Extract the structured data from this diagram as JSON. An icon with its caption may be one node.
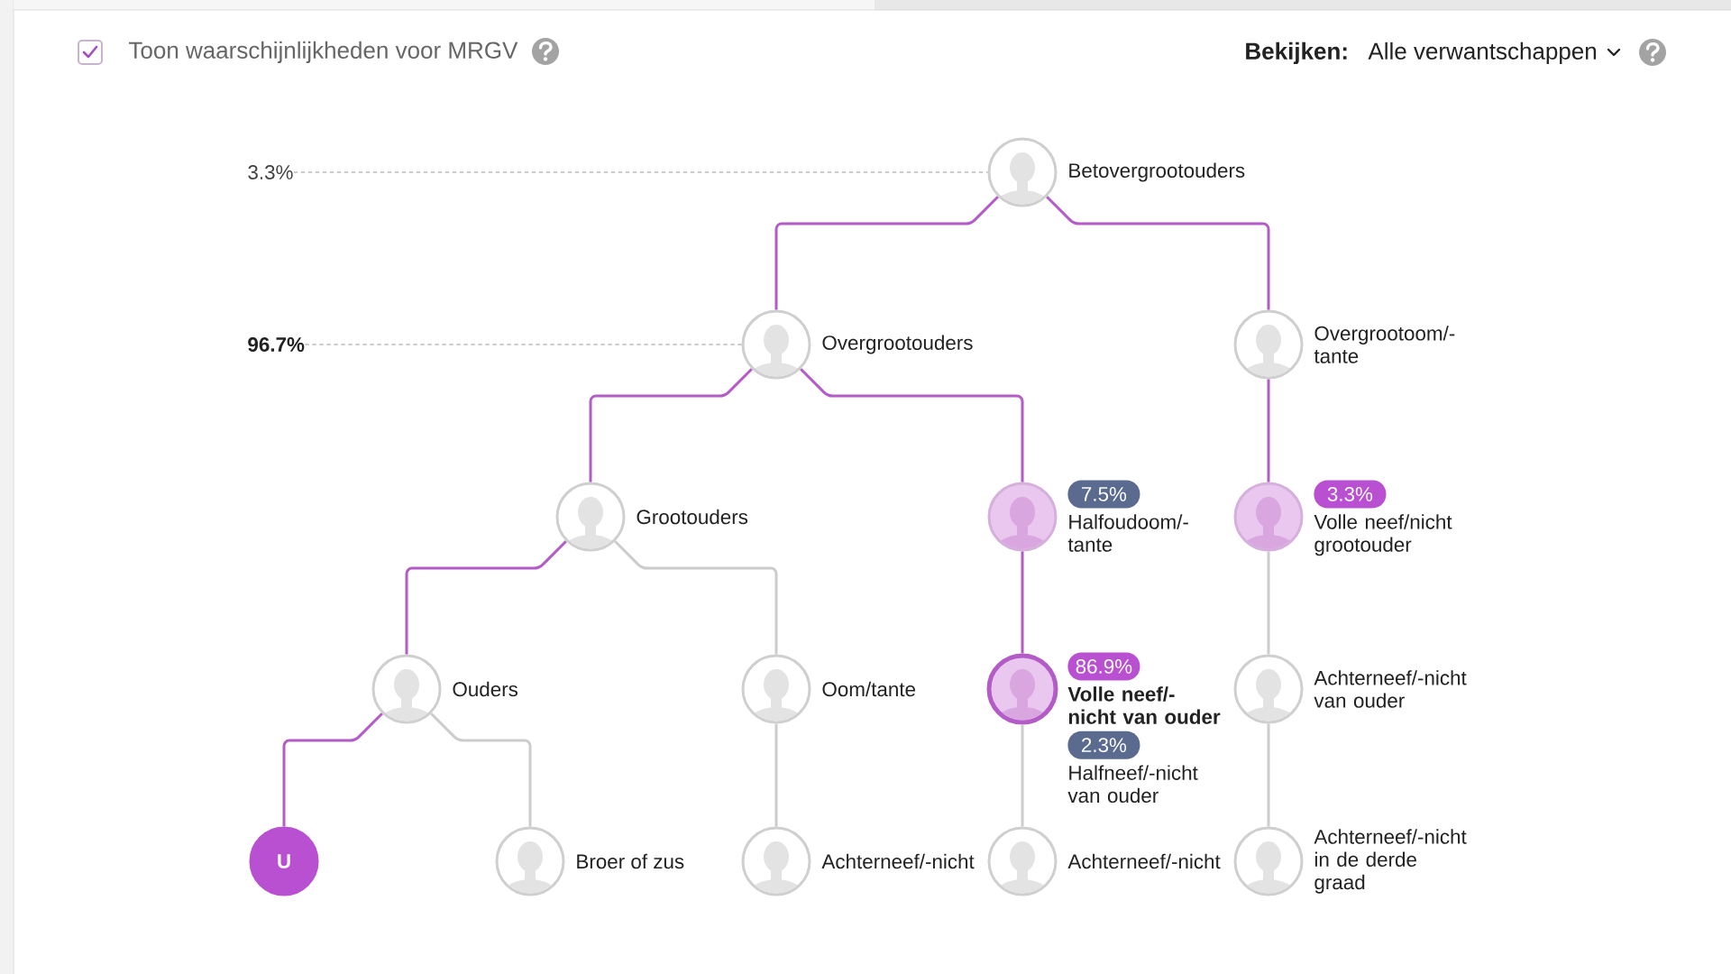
{
  "diagram": {
    "nodes": [
      {
        "text": [
          "3.3%"
        ]
      },
      {
        "text": [
          "Betovergrootouders"
        ]
      },
      {
        "text": [
          "96.7%"
        ]
      },
      {
        "text": [
          "Overgrootouders"
        ]
      },
      {
        "text": [
          "Overgrootoom/- tante"
        ]
      },
      {
        "text": [
          "Grootouders"
        ]
      },
      {
        "text": [
          "7.5%",
          "Halfoudoom/- tante"
        ]
      },
      {
        "text": [
          "3.3%",
          "Volle neef/nicht grootouder"
        ]
      },
      {
        "text": [
          "Ouders"
        ]
      },
      {
        "text": [
          "Oom/tante"
        ]
      },
      {
        "text": [
          "86.9%",
          "Volle neef/- nicht van ouder",
          "2.3%",
          "Halfneef/-nicht van ouder"
        ]
      },
      {
        "text": [
          "Achterneef/-nicht van ouder"
        ]
      },
      {
        "text": [
          "U"
        ]
      },
      {
        "text": [
          "Broer of zus"
        ]
      },
      {
        "text": [
          "Achterneef/-nicht"
        ]
      },
      {
        "text": [
          "Achterneef/-nicht"
        ]
      },
      {
        "text": [
          "Achterneef/-nicht in de derde graad"
        ]
      }
    ],
    "edges": [
      {
        "from": 0,
        "to": 1,
        "arrow": "none",
        "style": "dashed",
        "color": "#999999"
      },
      {
        "from": 2,
        "to": 3,
        "arrow": "none",
        "style": "dashed",
        "color": "#999999"
      },
      {
        "from": 1,
        "to": 3,
        "arrow": "none"
      },
      {
        "from": 1,
        "to": 4,
        "arrow": "none"
      },
      {
        "from": 3,
        "to": 5,
        "arrow": "none"
      },
      {
        "from": 3,
        "to": 6,
        "arrow": "none"
      },
      {
        "from": 5,
        "to": 8,
        "arrow": "none"
      },
      {
        "from": 5,
        "to": 9,
        "arrow": "none",
        "color": "#cccccc"
      },
      {
        "from": 4,
        "to": 7,
        "arrow": "none"
      },
      {
        "from": 6,
        "to": 10,
        "arrow": "none"
      },
      {
        "from": 8,
        "to": 12,
        "arrow": "none"
      },
      {
        "from": 8,
        "to": 13,
        "arrow": "none",
        "color": "#cccccc"
      },
      {
        "from": 9,
        "to": 14,
        "arrow": "none",
        "color": "#cccccc"
      },
      {
        "from": 10,
        "to": 15,
        "arrow": "none",
        "color": "#cccccc"
      },
      {
        "from": 7,
        "to": 11,
        "arrow": "none",
        "color": "#cccccc"
      },
      {
        "from": 11,
        "to": 16,
        "arrow": "none",
        "color": "#cccccc"
      }
    ],
    "labels": [
      "Toon waarschijnlijkheden voor MRGV",
      "Bekijken:",
      "Alle verwantschappen"
    ]
  }
}
